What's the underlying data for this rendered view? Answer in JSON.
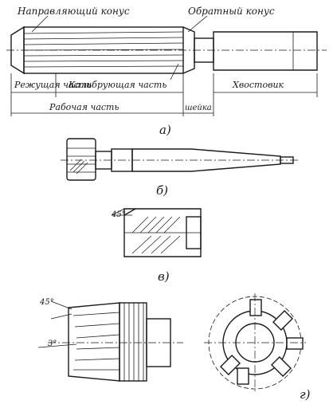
{
  "labels": {
    "guide_cone": "Направляющий конус",
    "back_cone": "Обратный конус",
    "cutting_part": "Режущая часть",
    "calibrating_part": "Калибрующая часть",
    "shank": "Хвостовик",
    "working_part": "Рабочая часть",
    "neck": "шейка",
    "view_a": "а)",
    "view_b": "б)",
    "view_v": "в)",
    "view_g": "г)",
    "angle_45_v": "45°",
    "angle_45_g": "45°",
    "angle_3": "3°"
  }
}
